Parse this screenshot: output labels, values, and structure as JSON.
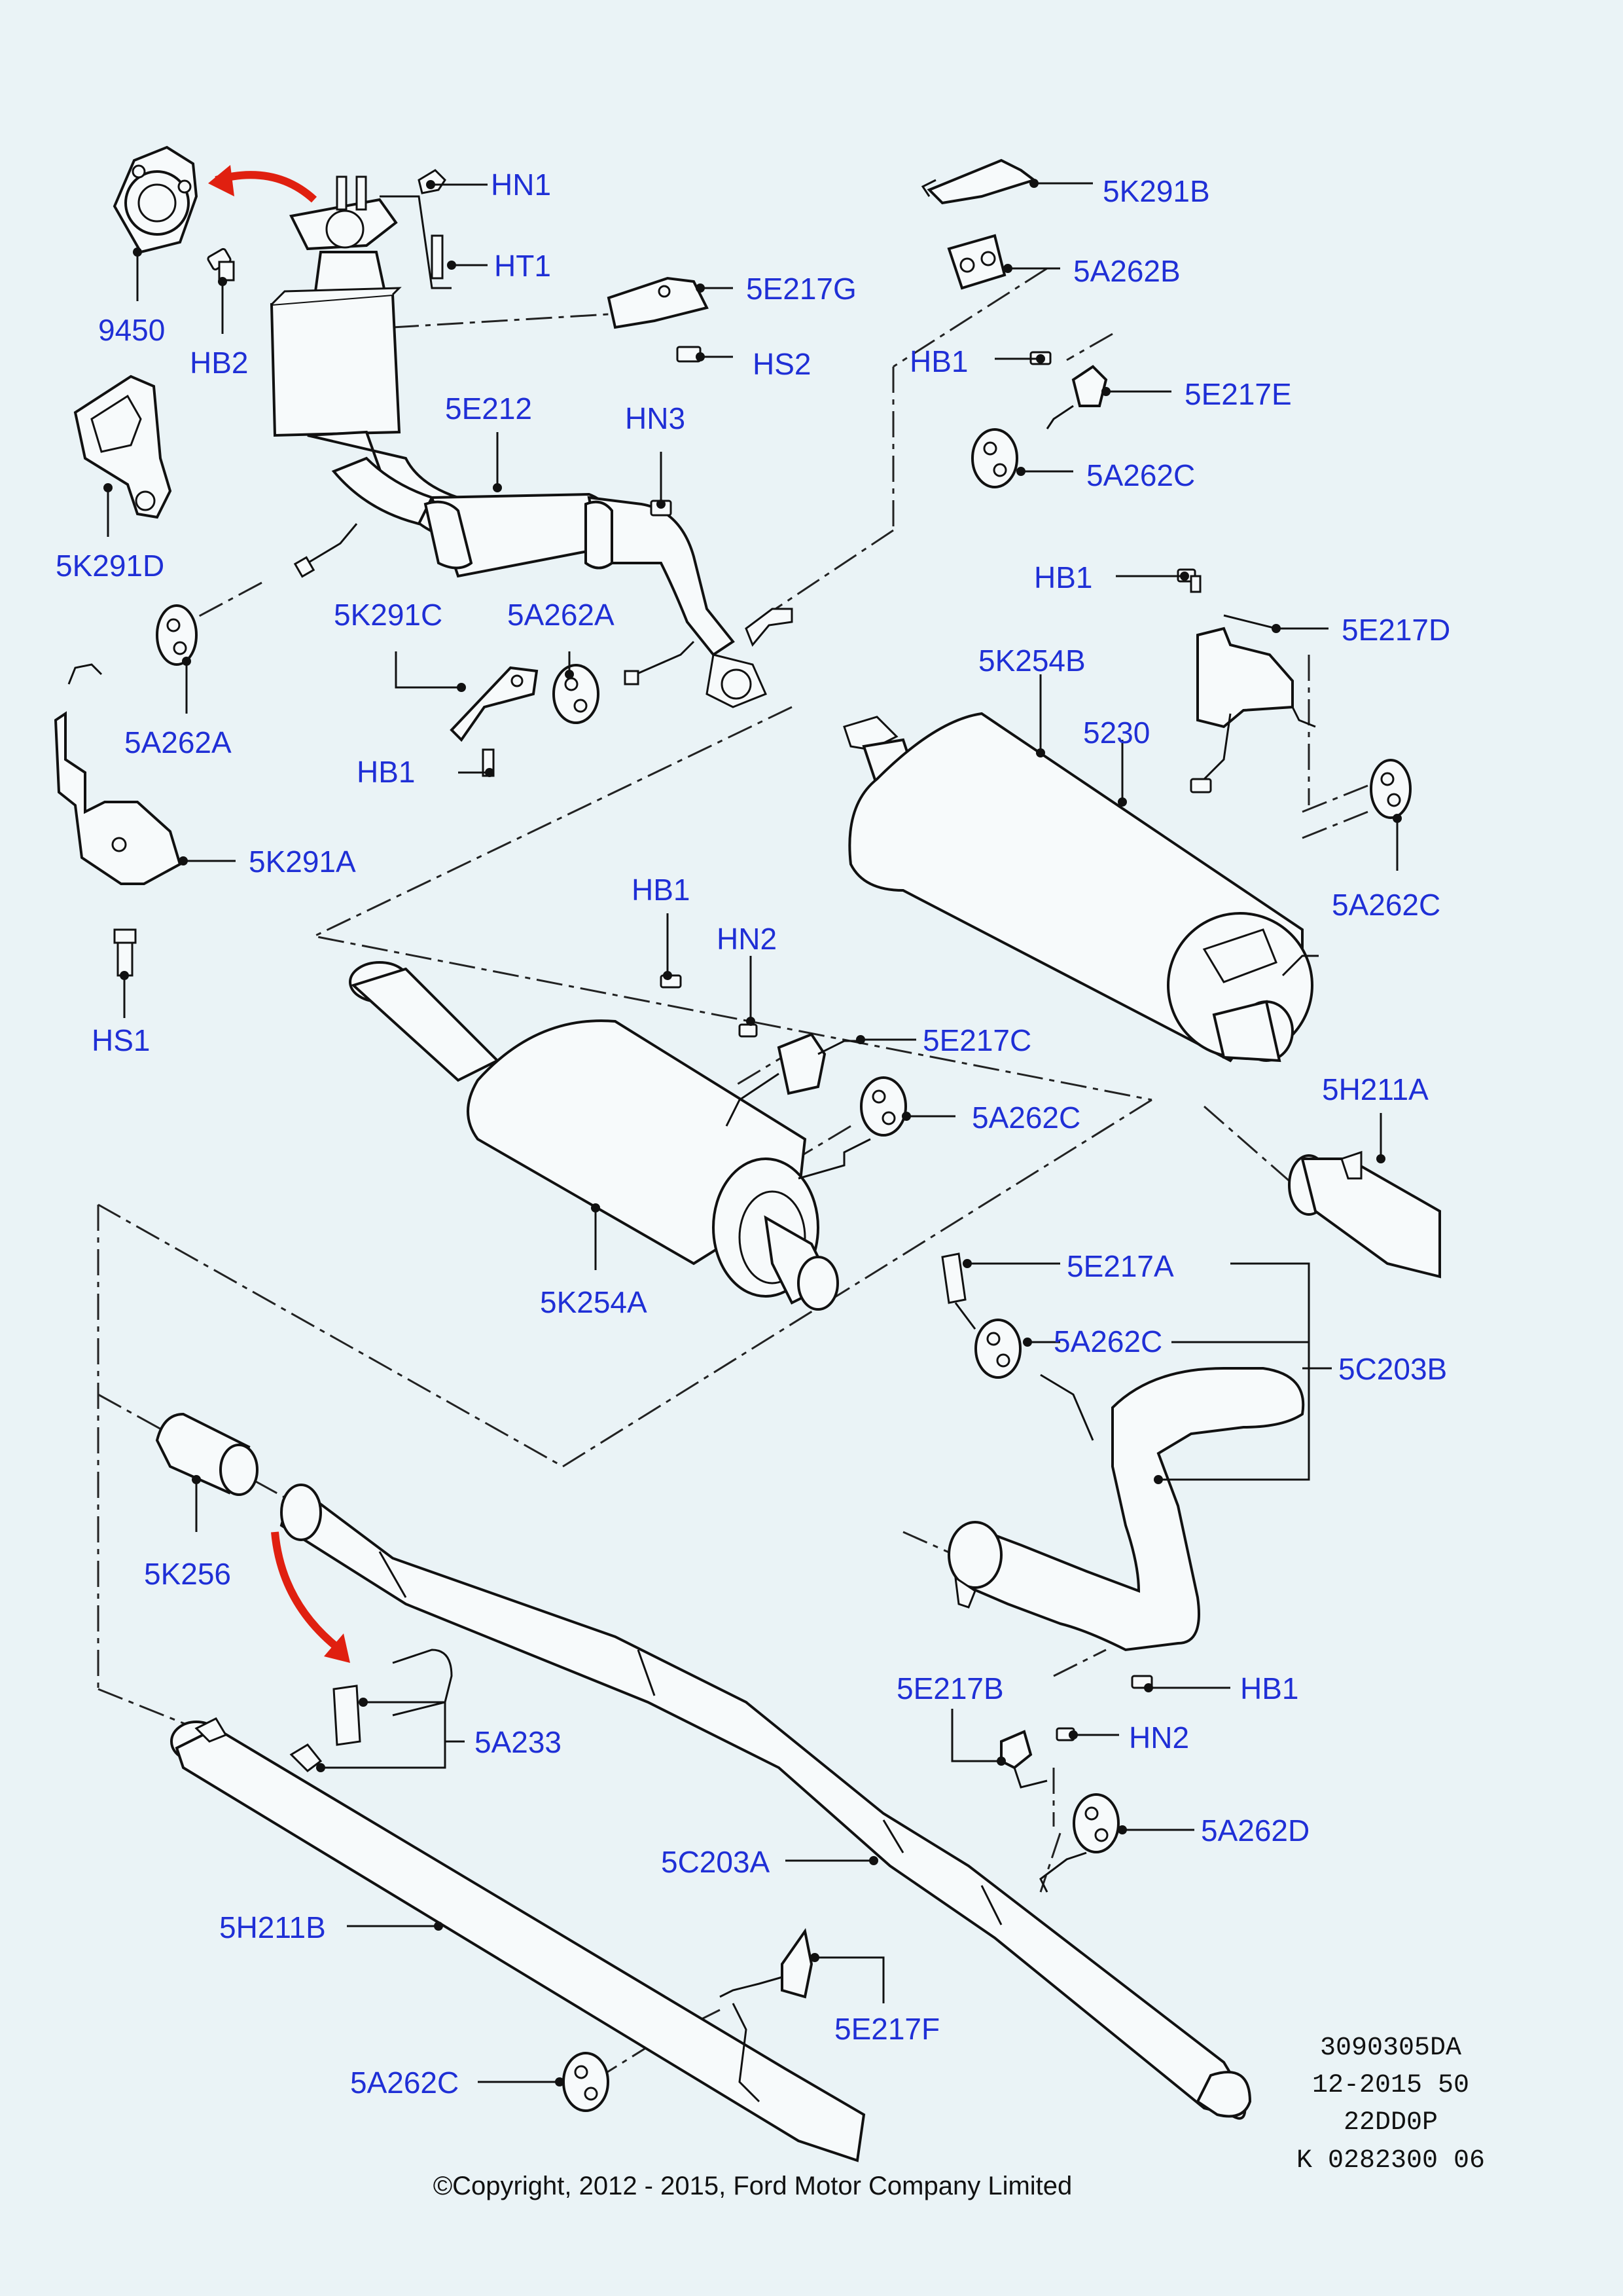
{
  "labels": {
    "hn1": "HN1",
    "ht1": "HT1",
    "p9450": "9450",
    "hb2": "HB2",
    "e217g": "5E217G",
    "hs2": "HS2",
    "e212": "5E212",
    "hn3": "HN3",
    "k291d": "5K291D",
    "k291c": "5K291C",
    "a262a_1": "5A262A",
    "a262a_2": "5A262A",
    "hb1_a": "HB1",
    "k291a": "5K291A",
    "hs1": "HS1",
    "k291b": "5K291B",
    "a262b": "5A262B",
    "hb1_b": "HB1",
    "e217e": "5E217E",
    "a262c_1": "5A262C",
    "hb1_c": "HB1",
    "e217d": "5E217D",
    "k254b": "5K254B",
    "p5230": "5230",
    "a262c_2": "5A262C",
    "hb1_d": "HB1",
    "hn2_a": "HN2",
    "e217c": "5E217C",
    "a262c_3": "5A262C",
    "h211a": "5H211A",
    "k254a": "5K254A",
    "e217a": "5E217A",
    "a262c_4": "5A262C",
    "c203b": "5C203B",
    "k256": "5K256",
    "a233": "5A233",
    "e217b": "5E217B",
    "hb1_e": "HB1",
    "hn2_b": "HN2",
    "a262d": "5A262D",
    "c203a": "5C203A",
    "h211b": "5H211B",
    "e217f": "5E217F",
    "a262c_5": "5A262C"
  },
  "reference": {
    "line1": "3090305DA",
    "line2": "12-2015 50",
    "line3": "22DD0P",
    "line4": "K 0282300 06"
  },
  "copyright": "©Copyright, 2012 - 2015, Ford Motor Company Limited",
  "colors": {
    "background": "#eaf3f6",
    "label": "#1f2fd6",
    "arrow": "#e02010",
    "line": "#111111"
  }
}
